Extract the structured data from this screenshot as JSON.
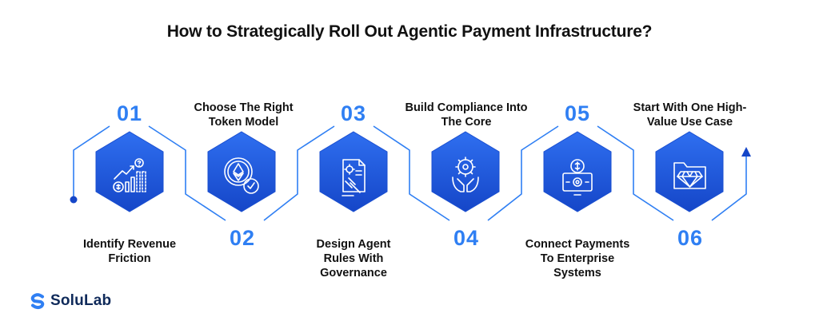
{
  "title": "How to Strategically Roll Out Agentic Payment Infrastructure?",
  "steps": [
    {
      "number": "01",
      "label": "Identify Revenue Friction",
      "icon": "revenue-chart-icon"
    },
    {
      "number": "02",
      "label": "Choose The Right Token Model",
      "icon": "ethereum-token-icon"
    },
    {
      "number": "03",
      "label": "Design Agent Rules With Governance",
      "icon": "governance-document-icon"
    },
    {
      "number": "04",
      "label": "Build Compliance Into The Core",
      "icon": "compliance-gear-hands-icon"
    },
    {
      "number": "05",
      "label": "Connect Payments To Enterprise Systems",
      "icon": "payment-system-icon"
    },
    {
      "number": "06",
      "label": "Start With One High-Value Use Case",
      "icon": "diamond-folder-icon"
    }
  ],
  "brand": {
    "name": "SoluLab"
  },
  "colors": {
    "accent": "#2f7ff3",
    "hex_dark": "#1546c8",
    "hex_light": "#2f6ff0",
    "brand_dark": "#0f2a5a"
  }
}
